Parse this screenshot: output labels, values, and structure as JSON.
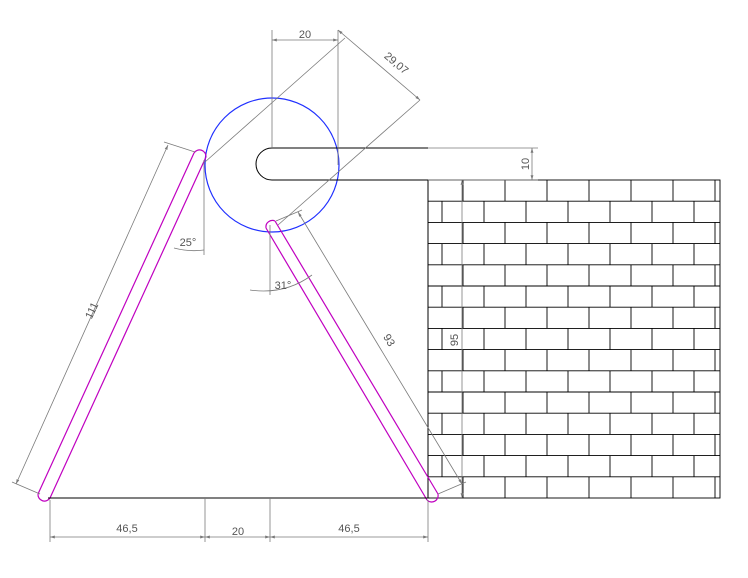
{
  "drawing": {
    "colors": {
      "rods": "#c000c0",
      "circle": "#2030ff",
      "dimensions": "#7a7a7a",
      "wall": "#000000"
    },
    "dimensions": {
      "top_width": "20",
      "diagonal": "29,07",
      "slot_height": "10",
      "left_angle": "25°",
      "right_angle": "31°",
      "left_rod_length": "111",
      "right_rod_length": "93",
      "wall_height": "95",
      "bottom_left": "46,5",
      "bottom_middle": "20",
      "bottom_right": "46,5"
    }
  }
}
